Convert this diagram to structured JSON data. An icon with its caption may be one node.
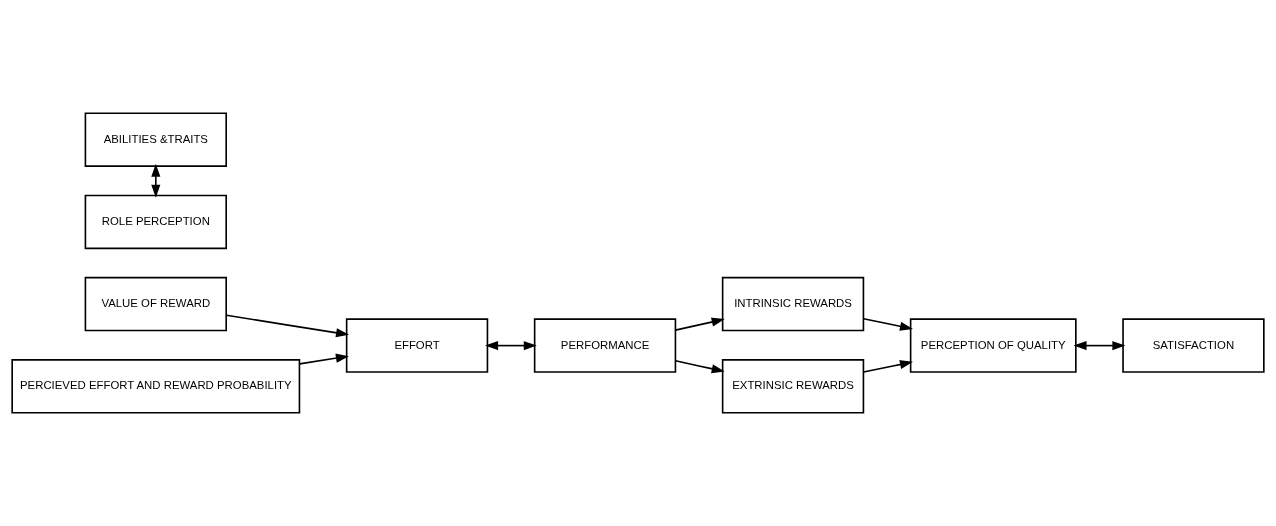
{
  "diagram": {
    "nodes": [
      {
        "text": [
          "VALUE OF REWARD"
        ]
      },
      {
        "text": [
          "ABILITIES &TRAITS"
        ]
      },
      {
        "text": [
          "INTRINSIC REWARDS"
        ]
      },
      {
        "text": [
          "EFFORT"
        ]
      },
      {
        "text": [
          "PERFORMANCE"
        ]
      },
      {
        "text": [
          "PERCEPTION OF QUALITY"
        ]
      },
      {
        "text": [
          "SATISFACTION"
        ]
      },
      {
        "text": [
          "PERCIEVED EFFORT AND REWARD PROBABILITY"
        ]
      },
      {
        "text": [
          "ROLE PERCEPTION"
        ]
      },
      {
        "text": [
          "EXTRINSIC REWARDS"
        ]
      }
    ],
    "edges": [
      {
        "from": 0,
        "to": 3,
        "arrow": "to"
      },
      {
        "from": 7,
        "to": 3,
        "arrow": "to"
      },
      {
        "from": 3,
        "to": 4,
        "arrow": "both"
      },
      {
        "from": 1,
        "to": 8,
        "arrow": "both"
      },
      {
        "from": 4,
        "to": 2,
        "arrow": "to"
      },
      {
        "from": 4,
        "to": 9,
        "arrow": "to"
      },
      {
        "from": 2,
        "to": 5,
        "arrow": "to"
      },
      {
        "from": 9,
        "to": 5,
        "arrow": "to"
      },
      {
        "from": 5,
        "to": 6,
        "arrow": "both"
      }
    ]
  }
}
